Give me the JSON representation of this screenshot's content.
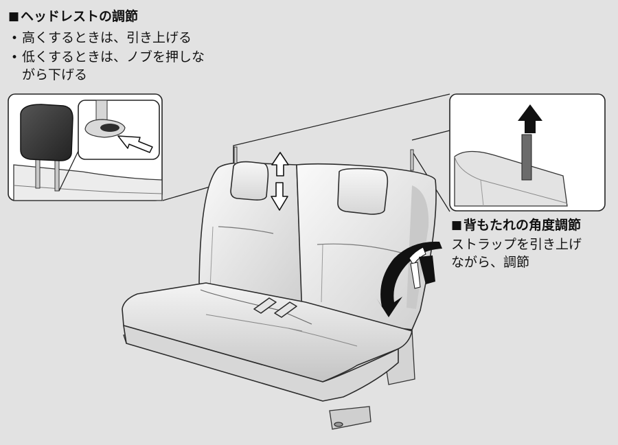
{
  "headrest": {
    "square": "■",
    "title": "ヘッドレストの調節",
    "bullet": "•",
    "items": [
      "高くするときは、引き上げる",
      "低くするときは、ノブを押しな"
    ],
    "item2_cont": "がら下げる"
  },
  "recline": {
    "square": "■",
    "title": "背もたれの角度調節",
    "lines": [
      "ストラップを引き上げ",
      "ながら、調節"
    ]
  },
  "colors": {
    "background": "#e2e2e2",
    "seat_light": "#f2f2f2",
    "seat_shadow": "#b8b8b8",
    "headrest_dark": "#3a3a3a",
    "arrow_black": "#111111"
  },
  "icons": [
    "up-down-arrow-icon",
    "press-arrow-icon",
    "pull-up-arrow-icon",
    "curved-recline-arrow-icon"
  ]
}
